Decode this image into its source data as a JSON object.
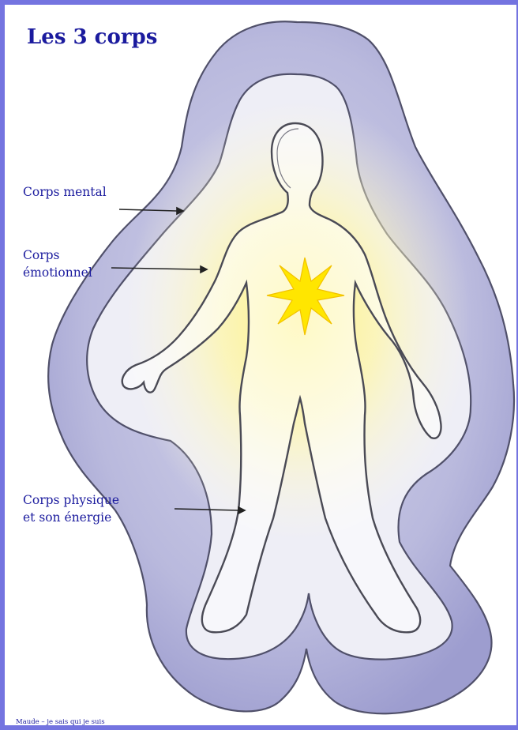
{
  "title": "Les 3 corps",
  "labels": {
    "mental": "Corps mental",
    "emotional_line1": "Corps",
    "emotional_line2": "émotionnel",
    "physical_line1": "Corps physique",
    "physical_line2": "et son énergie"
  },
  "credit": "Maude – je sais qui je suis",
  "colors": {
    "frame": "#7474e0",
    "text": "#1b1b9e",
    "mental_body": "#b7b7dc",
    "emotional_body": "#eeeef6",
    "glow": "#fff36a",
    "star": "#ffe600",
    "outline": "#55556a"
  }
}
